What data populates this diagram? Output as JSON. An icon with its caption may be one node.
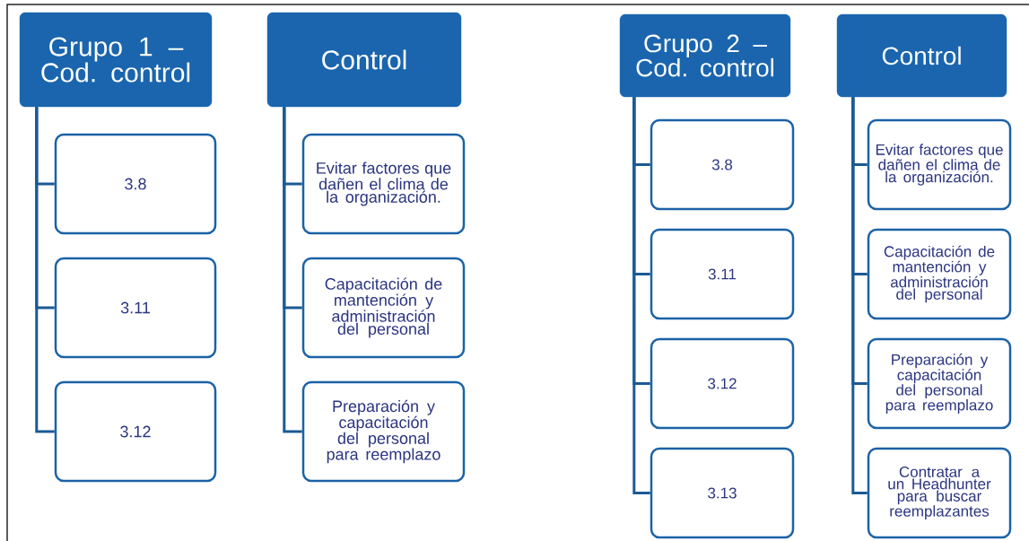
{
  "diagram": {
    "nodes": [
      {
        "text": [
          "Grupo 1 – Cod. control"
        ]
      },
      {
        "text": [
          "3.8"
        ]
      },
      {
        "text": [
          "3.11"
        ]
      },
      {
        "text": [
          "3.12"
        ]
      },
      {
        "text": [
          "Control"
        ]
      },
      {
        "text": [
          "Evitar factores que dañen el clima de la organización."
        ]
      },
      {
        "text": [
          "Capacitación de mantención y administración del personal"
        ]
      },
      {
        "text": [
          "Preparación y capacitación del personal para reemplazo"
        ]
      },
      {
        "text": [
          "Grupo 2 – Cod. control"
        ]
      },
      {
        "text": [
          "3.8"
        ]
      },
      {
        "text": [
          "3.11"
        ]
      },
      {
        "text": [
          "3.12"
        ]
      },
      {
        "text": [
          "3.13"
        ]
      },
      {
        "text": [
          "Control"
        ]
      },
      {
        "text": [
          "Evitar factores que dañen el clima de la organización."
        ]
      },
      {
        "text": [
          "Capacitación de mantención y administración del personal"
        ]
      },
      {
        "text": [
          "Preparación y capacitación del personal para reemplazo"
        ]
      },
      {
        "text": [
          "Contratar a un Headhunter para buscar reemplazantes"
        ]
      }
    ],
    "edges": [
      {
        "from": 0,
        "to": 1,
        "arrow": "none"
      },
      {
        "from": 0,
        "to": 2,
        "arrow": "none"
      },
      {
        "from": 0,
        "to": 3,
        "arrow": "none"
      },
      {
        "from": 4,
        "to": 5,
        "arrow": "none"
      },
      {
        "from": 4,
        "to": 6,
        "arrow": "none"
      },
      {
        "from": 4,
        "to": 7,
        "arrow": "none"
      },
      {
        "from": 8,
        "to": 9,
        "arrow": "none"
      },
      {
        "from": 8,
        "to": 10,
        "arrow": "none"
      },
      {
        "from": 8,
        "to": 11,
        "arrow": "none"
      },
      {
        "from": 8,
        "to": 12,
        "arrow": "none"
      },
      {
        "from": 13,
        "to": 14,
        "arrow": "none"
      },
      {
        "from": 13,
        "to": 15,
        "arrow": "none"
      },
      {
        "from": 13,
        "to": 16,
        "arrow": "none"
      },
      {
        "from": 13,
        "to": 17,
        "arrow": "none"
      }
    ]
  }
}
